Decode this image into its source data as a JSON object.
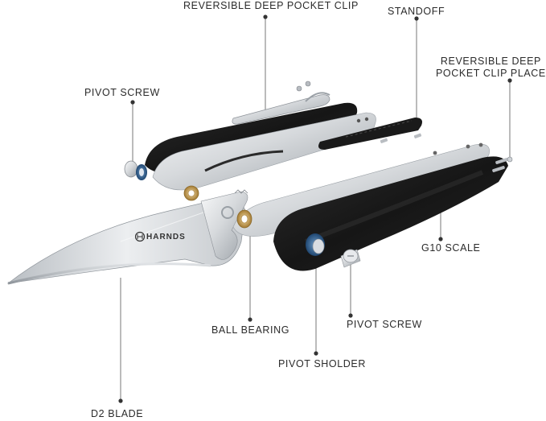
{
  "diagram": {
    "labels": {
      "reversible_clip": "REVERSIBLE DEEP POCKET CLIP",
      "standoff": "STANDOFF",
      "clip_place_line1": "REVERSIBLE DEEP",
      "clip_place_line2": "POCKET CLIP PLACE",
      "pivot_screw_top": "PIVOT SCREW",
      "g10_scale": "G10 SCALE",
      "ball_bearing": "BALL BEARING",
      "pivot_screw_bottom": "PIVOT SCREW",
      "pivot_sholder": "PIVOT SHOLDER",
      "d2_blade": "D2  BLADE"
    },
    "brand": "HARNDS"
  },
  "colors": {
    "steel_light": "#eef0f2",
    "steel_mid": "#c9cdd1",
    "steel_dark": "#8c9197",
    "g10_black": "#1e1e1e",
    "bearing_brass": "#c9a25a",
    "pivot_blue": "#2f5f8f",
    "leader_line": "#555555",
    "text": "#2b2b2b"
  }
}
